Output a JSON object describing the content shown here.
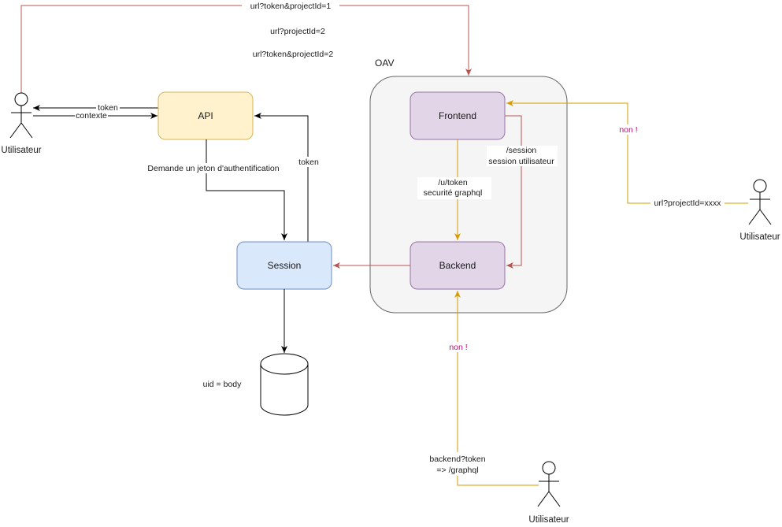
{
  "nodes": {
    "api": "API",
    "session": "Session",
    "frontend": "Frontend",
    "backend": "Backend",
    "group": "OAV",
    "database_note": "uid = body"
  },
  "actors": {
    "left": "Utilisateur",
    "right": "Utilisateur",
    "bottom": "Utilisateur"
  },
  "edges": {
    "top_url_1": "url?token&projectId=1",
    "top_url_2": "url?projectId=2",
    "top_url_3": "url?token&projectId=2",
    "token_to_user": "token",
    "context_to_api": "contexte",
    "api_to_session": "Demande un jeton d'authentification",
    "session_to_api": "token",
    "frontend_backend_path": "/u/token",
    "frontend_backend_note": "securité graphql",
    "frontend_session_path": "/session",
    "frontend_session_note": "session utilisateur",
    "right_user_url": "url?projectId=xxxx",
    "right_reject": "non !",
    "bottom_reject": "non !",
    "bottom_user_url": "backend?token",
    "bottom_user_graphql": "=> /graphql"
  },
  "colors": {
    "api_fill": "#fff2cc",
    "api_stroke": "#d6b656",
    "session_fill": "#dae8fc",
    "session_stroke": "#6c8ebf",
    "component_fill": "#e1d5e7",
    "component_stroke": "#9673a6",
    "group_fill": "#f5f5f5",
    "group_stroke": "#666666",
    "red_edge": "#b85450",
    "gold_edge": "#d79b00",
    "reject_text": "#cc0080"
  }
}
